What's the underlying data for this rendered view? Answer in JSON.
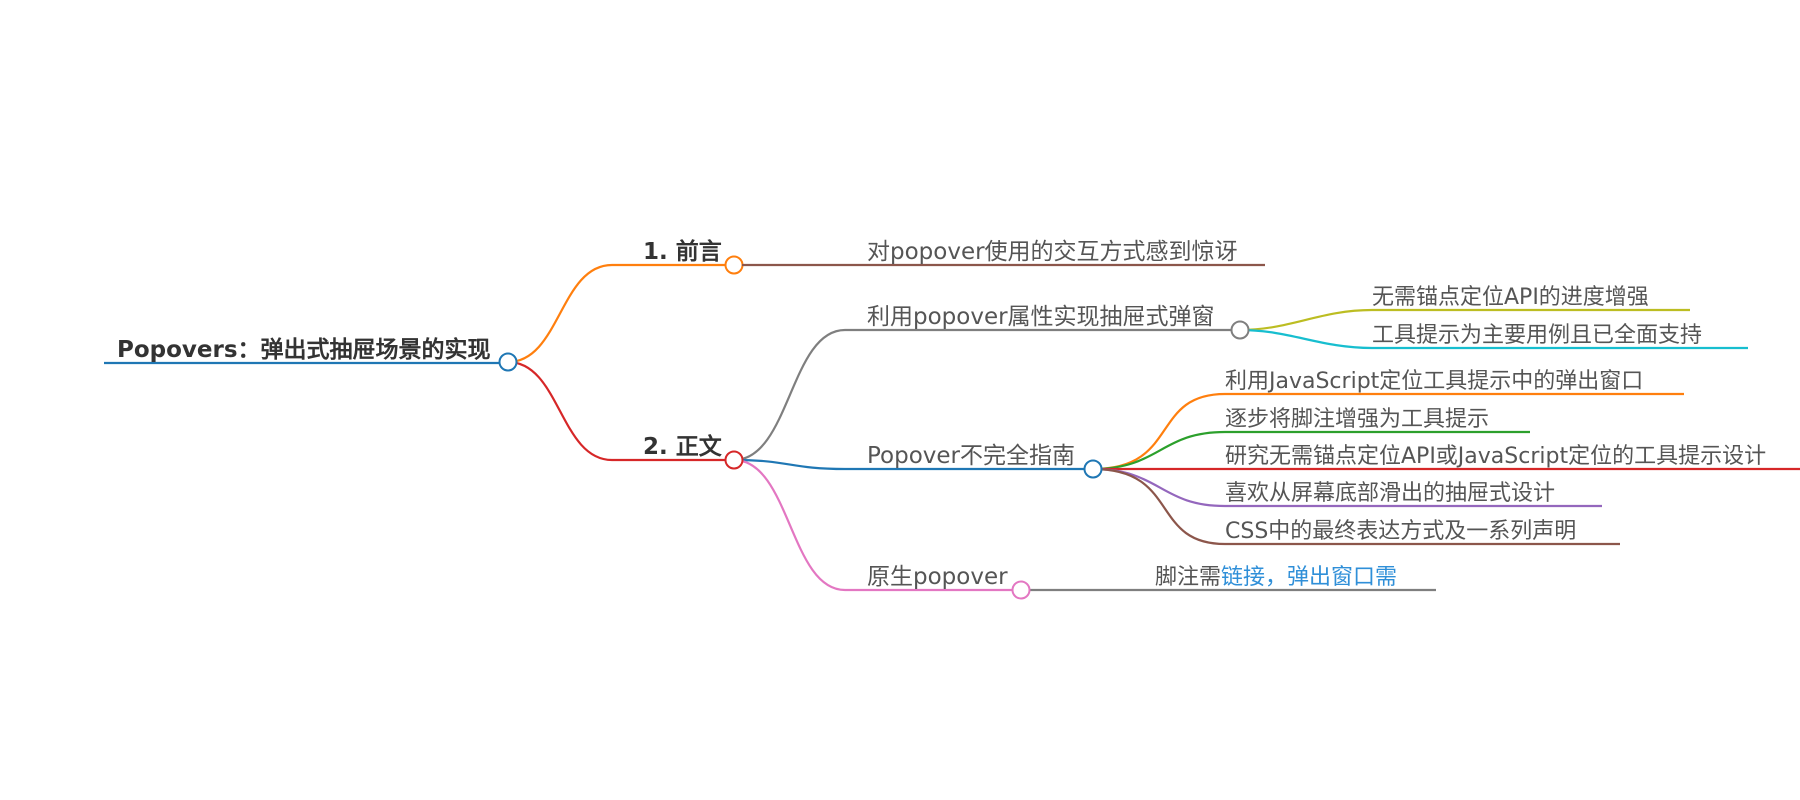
{
  "mindmap": {
    "root": {
      "label": "Popovers：弹出式抽屉场景的实现",
      "color": "#1f77b4"
    },
    "branches": [
      {
        "label": "1. 前言",
        "color": "#ff7f0e",
        "children": [
          {
            "label": "对popover使用的交互方式感到惊讶",
            "color": "#8c564b"
          }
        ]
      },
      {
        "label": "2. 正文",
        "color": "#d62728",
        "children": [
          {
            "label": "利用popover属性实现抽屉式弹窗",
            "color": "#7f7f7f",
            "children": [
              {
                "label": "无需锚点定位API的进度增强",
                "color": "#bcbd22"
              },
              {
                "label": "工具提示为主要用例且已全面支持",
                "color": "#17becf"
              }
            ]
          },
          {
            "label": "Popover不完全指南",
            "color": "#1f77b4",
            "children": [
              {
                "label": "利用JavaScript定位工具提示中的弹出窗口",
                "color": "#ff7f0e"
              },
              {
                "label": "逐步将脚注增强为工具提示",
                "color": "#2ca02c"
              },
              {
                "label": "研究无需锚点定位API或JavaScript定位的工具提示设计",
                "color": "#d62728"
              },
              {
                "label": "喜欢从屏幕底部滑出的抽屉式设计",
                "color": "#9467bd"
              },
              {
                "label": "CSS中的最终表达方式及一系列声明",
                "color": "#8c564b"
              }
            ]
          },
          {
            "label": "原生popover",
            "color": "#e377c2",
            "children": [
              {
                "label": "脚注需",
                "link_text": "链接，弹出窗口需",
                "color": "#7f7f7f"
              }
            ]
          }
        ]
      }
    ]
  }
}
